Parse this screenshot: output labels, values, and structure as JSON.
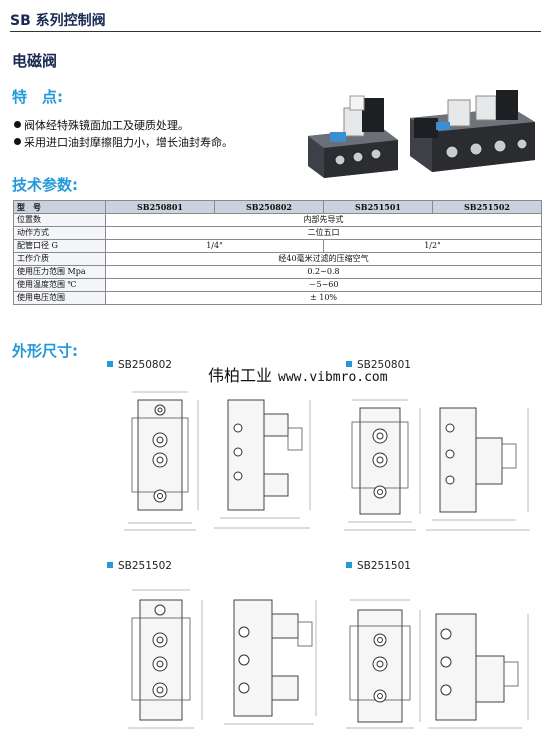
{
  "header": {
    "series_title": "SB 系列控制阀"
  },
  "product": {
    "name": "电磁阀"
  },
  "features": {
    "heading": "特　点:",
    "bullets": [
      "阀体经特殊镜面加工及硬质处理。",
      "采用进口油封摩擦阻力小，增长油封寿命。"
    ]
  },
  "params": {
    "heading": "技术参数:",
    "table": {
      "header": [
        "型　号",
        "SB250801",
        "SB250802",
        "SB251501",
        "SB251502"
      ],
      "rows": [
        {
          "label": "位置数",
          "value": "内部先导式"
        },
        {
          "label": "动作方式",
          "value": "二位五口"
        },
        {
          "label": "配管口径 G",
          "value_a": "1/4\"",
          "value_b": "1/2\""
        },
        {
          "label": "工作介质",
          "value": "经40毫米过滤的压缩空气"
        },
        {
          "label": "使用压力范围 Mpa",
          "value": "0.2~0.8"
        },
        {
          "label": "使用温度范围 ℃",
          "value": "－5~60"
        },
        {
          "label": "使用电压范围",
          "value": "± 10%"
        }
      ]
    }
  },
  "dimensions": {
    "heading": "外形尺寸:",
    "labels": [
      "SB250802",
      "SB250801",
      "SB251502",
      "SB251501"
    ],
    "watermark": {
      "name": "伟柏工业",
      "url": "www.vibmro.com"
    }
  },
  "colors": {
    "accent": "#2499d9",
    "title": "#1a2a55",
    "table_header": "#c9d2de"
  }
}
